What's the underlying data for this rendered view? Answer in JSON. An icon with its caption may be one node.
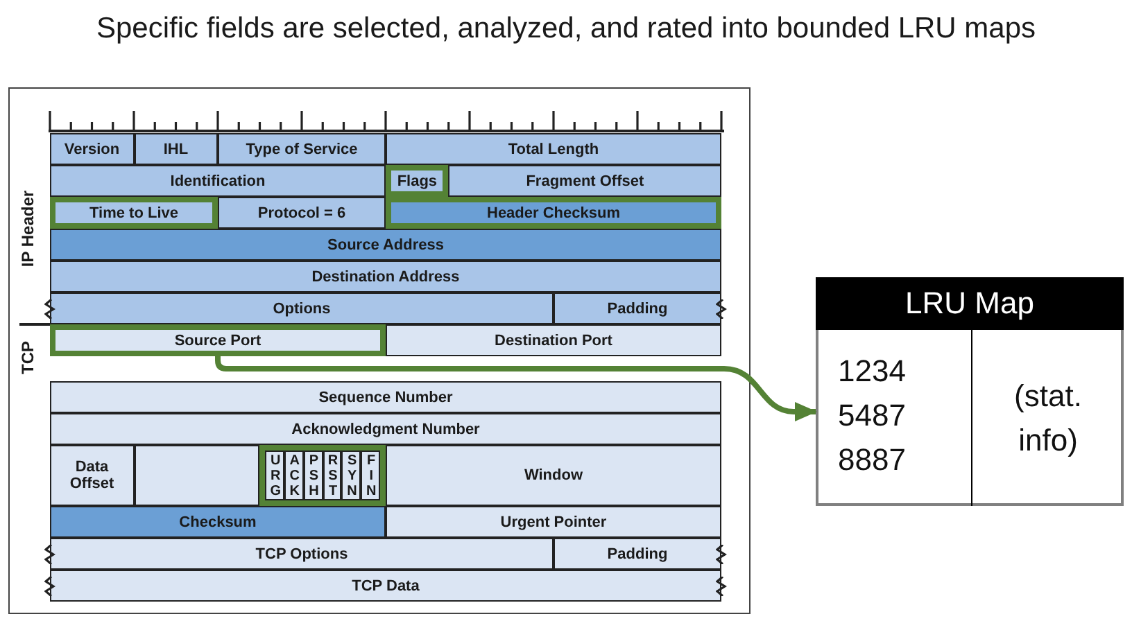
{
  "diagram": {
    "title": "Specific fields are selected, analyzed, and rated into bounded LRU maps",
    "nodes": [
      {
        "text": [
          "Version"
        ]
      },
      {
        "text": [
          "IHL"
        ]
      },
      {
        "text": [
          "Type of Service"
        ]
      },
      {
        "text": [
          "Total Length"
        ]
      },
      {
        "text": [
          "Identification"
        ]
      },
      {
        "text": [],
        "shape": "box"
      },
      {
        "text": [
          "Flags"
        ],
        "in": 5
      },
      {
        "text": [
          "Fragment Offset"
        ]
      },
      {
        "text": [],
        "shape": "box"
      },
      {
        "text": [
          "Time to Live"
        ],
        "in": 8
      },
      {
        "text": [
          "Protocol = 6"
        ]
      },
      {
        "text": [],
        "shape": "box"
      },
      {
        "text": [
          "Header Checksum"
        ],
        "in": 11
      },
      {
        "text": [
          "Source Address"
        ]
      },
      {
        "text": [
          "Destination Address"
        ]
      },
      {
        "text": [
          "Options"
        ]
      },
      {
        "text": [
          "Padding"
        ]
      },
      {
        "text": [],
        "shape": "box"
      },
      {
        "text": [
          "Source Port"
        ],
        "in": 17
      },
      {
        "text": [
          "Destination Port"
        ]
      },
      {
        "text": [
          "Sequence Number"
        ]
      },
      {
        "text": [
          "Acknowledgment Number"
        ]
      },
      {
        "text": [
          "Data Offset"
        ]
      },
      {
        "text": [],
        "shape": "box"
      },
      {
        "text": [],
        "shape": "box"
      },
      {
        "text": [
          "URG"
        ],
        "in": 24
      },
      {
        "text": [
          "ACK"
        ],
        "in": 24
      },
      {
        "text": [
          "PSH"
        ],
        "in": 24
      },
      {
        "text": [
          "RST"
        ],
        "in": 24
      },
      {
        "text": [
          "SYN"
        ],
        "in": 24
      },
      {
        "text": [
          "FIN"
        ],
        "in": 24
      },
      {
        "text": [
          "Window"
        ]
      },
      {
        "text": [
          "Checksum"
        ]
      },
      {
        "text": [
          "Urgent Pointer"
        ]
      },
      {
        "text": [
          "TCP Options"
        ]
      },
      {
        "text": [
          "Padding"
        ]
      },
      {
        "text": [
          "TCP Data"
        ]
      },
      {
        "text": [
          "LRU Map"
        ]
      },
      {
        "text": [
          "1234",
          "5487",
          "8887"
        ],
        "in": 37
      },
      {
        "text": [
          "(stat. info)"
        ],
        "in": 37
      }
    ],
    "edges": [
      {
        "from": 17,
        "to": 37,
        "arrow": "to"
      }
    ],
    "labels": [
      "IP Header",
      "TCP"
    ]
  }
}
